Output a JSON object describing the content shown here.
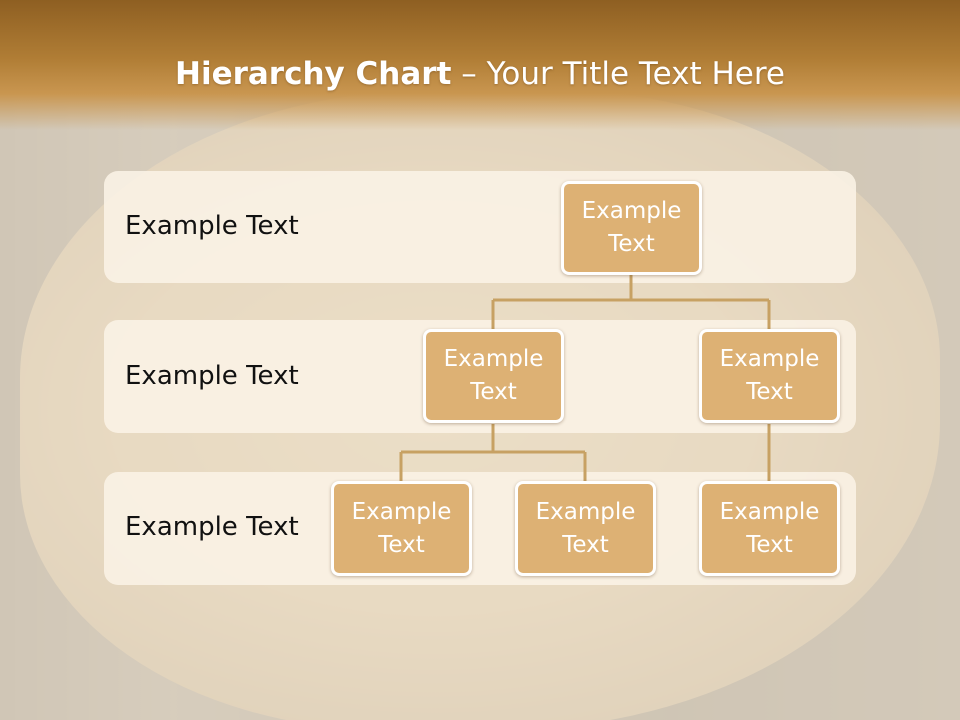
{
  "title": {
    "bold": "Hierarchy Chart",
    "dash": " – ",
    "rest": "Your Title Text Here"
  },
  "levels": [
    {
      "label": "Example Text"
    },
    {
      "label": "Example Text"
    },
    {
      "label": "Example Text"
    }
  ],
  "nodes": {
    "root": "Example\nText",
    "mid_left": "Example\nText",
    "mid_right": "Example\nText",
    "leaf_1": "Example\nText",
    "leaf_2": "Example\nText",
    "leaf_3": "Example\nText"
  },
  "colors": {
    "header": "#b07d35",
    "node_fill": "#ddb174",
    "connector": "#c7a163",
    "band": "#faf2e6"
  }
}
